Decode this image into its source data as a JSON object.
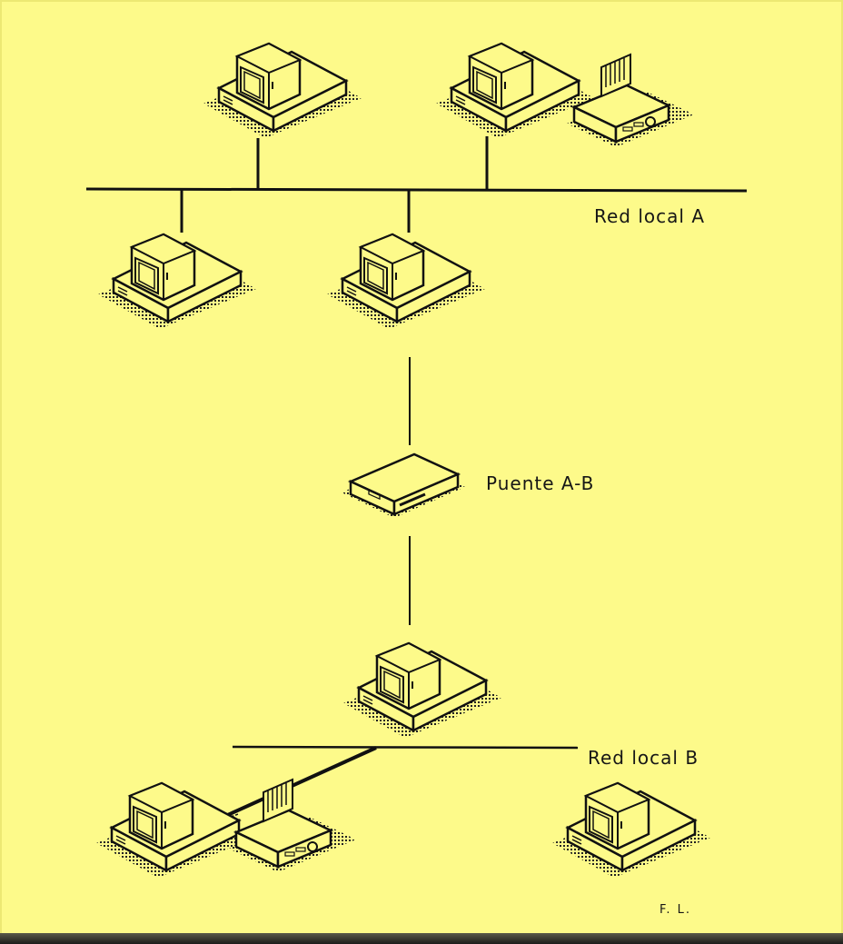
{
  "labels": {
    "red_local_a": "Red local  A",
    "puente": "Puente A-B",
    "red_local_b": "Red local B",
    "signature": "F. L."
  },
  "colors": {
    "background": "#fdfa8a",
    "ink": "#111111",
    "shadow": "#222222"
  },
  "nodes": [
    {
      "name": "computer-a1",
      "icon": "computer-icon",
      "network": "A"
    },
    {
      "name": "computer-a2",
      "icon": "computer-icon",
      "network": "A"
    },
    {
      "name": "printer-a",
      "icon": "printer-icon",
      "network": "A"
    },
    {
      "name": "computer-a3",
      "icon": "computer-icon",
      "network": "A"
    },
    {
      "name": "computer-a4",
      "icon": "computer-icon",
      "network": "A"
    },
    {
      "name": "bridge-a-b",
      "icon": "bridge-device-icon",
      "network": "A-B"
    },
    {
      "name": "computer-b1",
      "icon": "computer-icon",
      "network": "B"
    },
    {
      "name": "computer-b2",
      "icon": "computer-icon",
      "network": "B"
    },
    {
      "name": "printer-b",
      "icon": "printer-icon",
      "network": "B"
    },
    {
      "name": "computer-b3",
      "icon": "computer-icon",
      "network": "B"
    }
  ]
}
